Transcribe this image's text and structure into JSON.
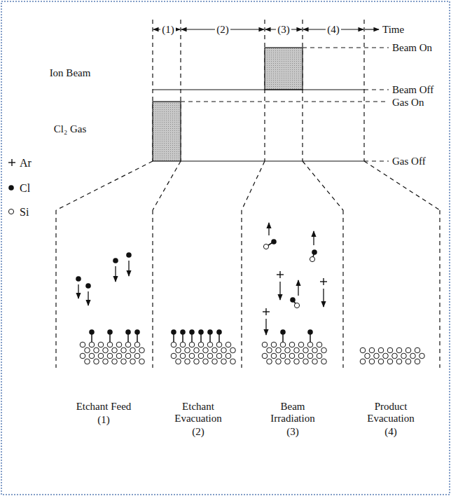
{
  "diagram": {
    "labels": [
      "(1)",
      "(2)",
      "(3)",
      "(4)",
      "Time",
      "Ion Beam",
      "Beam On",
      "Beam Off",
      "Cl₂ Gas",
      "Gas On",
      "Gas Off",
      "Etchant Feed",
      "(1)",
      "Etchant Evacuation",
      "(2)",
      "Beam Irradiation",
      "(3)",
      "Product Evacuation",
      "(4)"
    ],
    "legend": [
      {
        "text": "Ar"
      },
      {
        "text": "Cl"
      },
      {
        "text": "Si"
      }
    ]
  }
}
